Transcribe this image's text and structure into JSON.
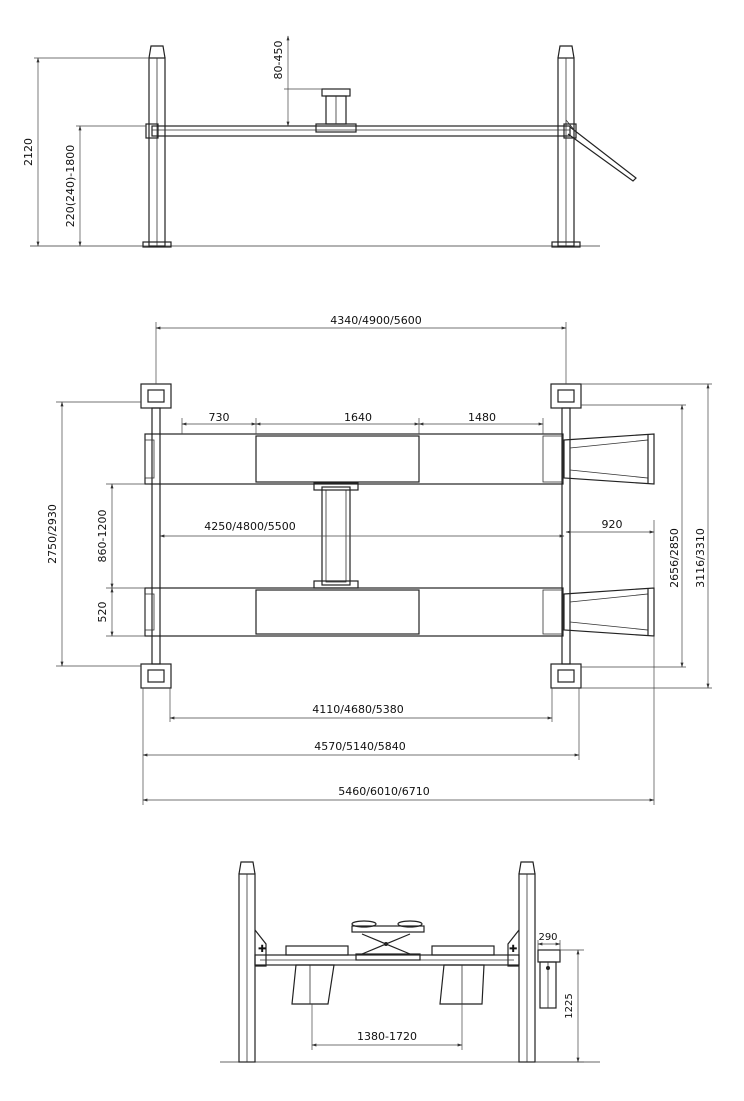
{
  "side_view": {
    "dims": {
      "overall_height": "2120",
      "lift_height": "220(240)-1800",
      "jack_stroke": "80-450"
    }
  },
  "top_view": {
    "dims": {
      "column_spacing": "4340/4900/5600",
      "seg_left": "730",
      "seg_mid": "1640",
      "seg_right": "1480",
      "runway_length": "4250/4800/5500",
      "ramp_length": "920",
      "overall_width": "2750/2930",
      "inner_gap": "860-1200",
      "runway_width": "520",
      "width_inner_right": "2656/2850",
      "width_outer_right": "3116/3310",
      "base_inner": "4110/4680/5380",
      "base_outer": "4570/5140/5840",
      "overall_length": "5460/6010/6710"
    }
  },
  "front_view": {
    "dims": {
      "jack_span": "1380-1720",
      "pump_width": "290",
      "pump_height": "1225"
    }
  }
}
